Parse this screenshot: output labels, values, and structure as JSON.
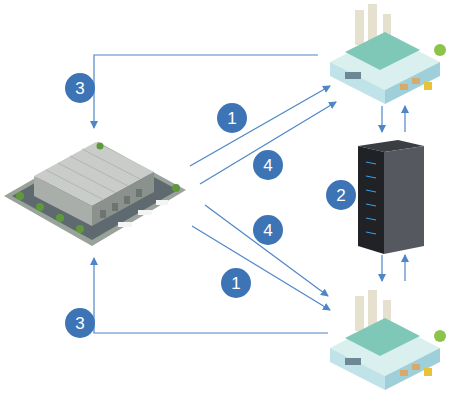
{
  "diagram": {
    "labels": [
      "3",
      "1",
      "4",
      "2",
      "4",
      "1",
      "3"
    ]
  }
}
